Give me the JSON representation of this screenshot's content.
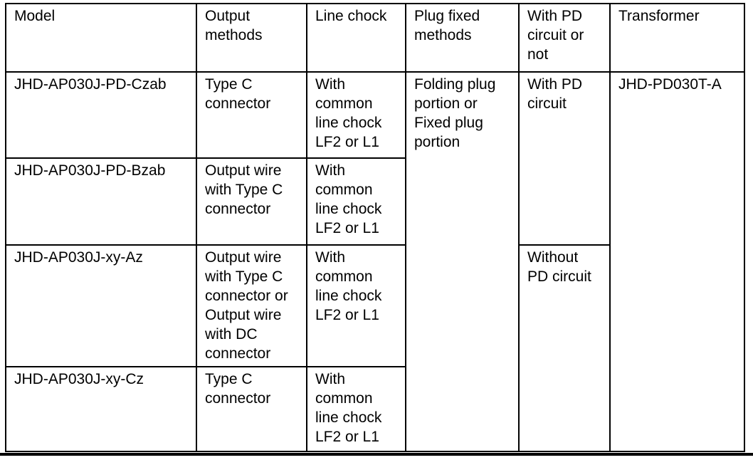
{
  "page": {
    "background": "#ffffff",
    "line_color": "#000000"
  },
  "table": {
    "headers": {
      "model": "Model",
      "output_methods": "Output\nmethods",
      "line_chock": "Line chock",
      "plug_fixed_methods": "Plug fixed\nmethods",
      "pd_circuit": "With PD\ncircuit or\nnot",
      "transformer": "Transformer"
    },
    "rows": [
      {
        "model": "JHD-AP030J-PD-Czab",
        "output_methods": "Type C\nconnector",
        "line_chock": "With\ncommon\nline chock\nLF2 or L1"
      },
      {
        "model": "JHD-AP030J-PD-Bzab",
        "output_methods": "Output wire\nwith Type C\nconnector",
        "line_chock": "With\ncommon\nline chock\nLF2 or L1"
      },
      {
        "model": "JHD-AP030J-xy-Az",
        "output_methods": "Output wire\nwith Type C\nconnector or\nOutput wire\nwith DC\nconnector",
        "line_chock": "With\ncommon\nline chock\nLF2 or L1"
      },
      {
        "model": "JHD-AP030J-xy-Cz",
        "output_methods": "Type C\nconnector",
        "line_chock": "With\ncommon\nline chock\nLF2 or L1"
      }
    ],
    "merged_cells": {
      "plug_fixed_methods": "Folding plug\nportion or\nFixed plug\nportion",
      "with_pd": "With PD\ncircuit",
      "without_pd": "Without\nPD circuit",
      "transformer": "JHD-PD030T-A"
    }
  }
}
